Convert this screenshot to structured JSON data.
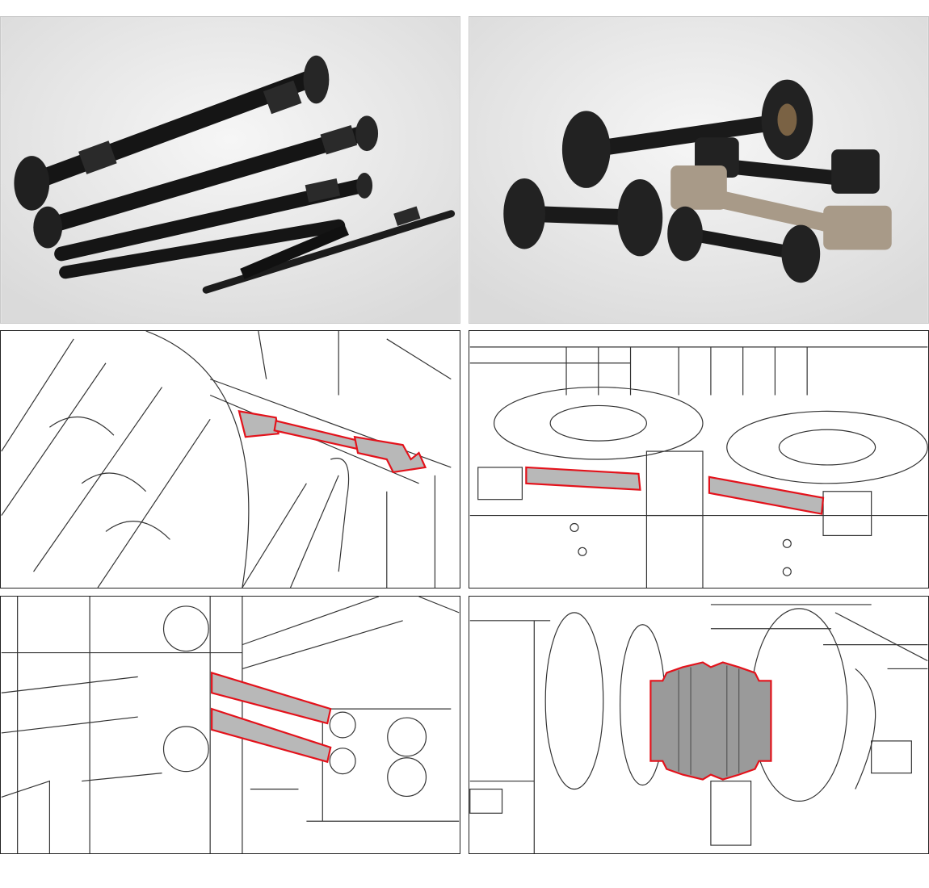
{
  "panels": [
    {
      "id": "photo-shafts",
      "kind": "photo"
    },
    {
      "id": "photo-flanged-shafts",
      "kind": "photo"
    },
    {
      "id": "drawing-roller-drive",
      "kind": "line-drawing"
    },
    {
      "id": "drawing-turntable-drive",
      "kind": "line-drawing"
    },
    {
      "id": "drawing-dual-shaft-drive",
      "kind": "line-drawing"
    },
    {
      "id": "drawing-coupling-closeup",
      "kind": "line-drawing"
    }
  ],
  "colors": {
    "highlight_stroke": "#e3121b",
    "highlight_fill": "#b8b8b8",
    "photo_background": "#ececec",
    "shaft_black": "#1b1b1b",
    "shaft_tan": "#a89a88"
  }
}
